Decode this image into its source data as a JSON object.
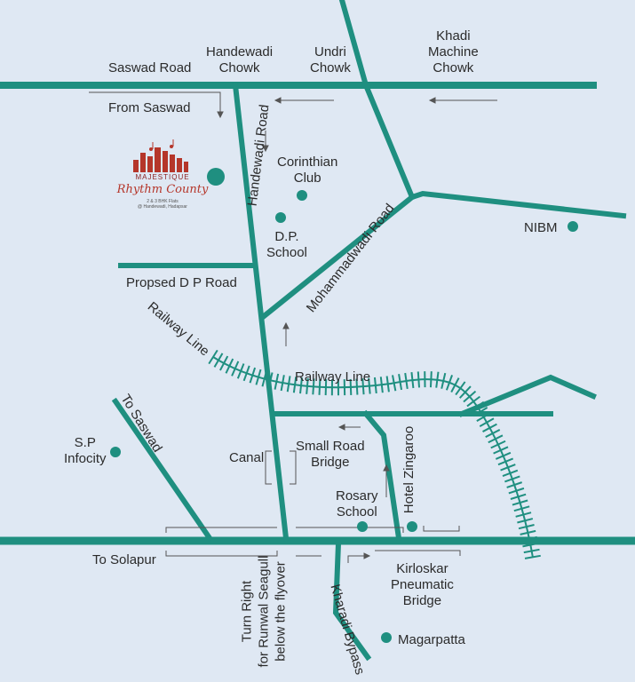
{
  "colors": {
    "background": "#dfe8f3",
    "road": "#1f8f80",
    "rail": "#1f8f80",
    "text": "#2b2b2b",
    "arrow": "#555555",
    "logo": "#b5362a"
  },
  "labels": {
    "saswad_road": "Saswad Road",
    "handewadi_chowk": "Handewadi\nChowk",
    "undri_chowk": "Undri\nChowk",
    "khadi_machine_chowk": "Khadi\nMachine\nChowk",
    "from_saswad": "From Saswad",
    "handewadi_road": "Handewadi Road",
    "corinthian_club": "Corinthian\nClub",
    "dp_school": "D.P.\nSchool",
    "nibm": "NIBM",
    "proposed_dp_road": "Propsed D P Road",
    "mohammadwadi_road": "Mohammadwadi Road",
    "railway_line_diag": "Railway Line",
    "railway_line": "Railway Line",
    "to_saswad": "To Saswad",
    "sp_infocity": "S.P\nInfocity",
    "canal": "Canal",
    "small_road_bridge": "Small Road\nBridge",
    "rosary_school": "Rosary\nSchool",
    "hotel_zingaroo": "Hotel Zingaroo",
    "to_solapur": "To Solapur",
    "turn_right": "Turn Right\nfor Runwal Seagull\nbelow the flyover",
    "kirloskar_bridge": "Kirloskar\nPneumatic\nBridge",
    "kharadi_bypass": "Kharadi Bypass",
    "magarpatta": "Magarpatta"
  },
  "logo": {
    "icon": "city-skyline-music-icon",
    "brand": "MAJESTIQUE",
    "name": "Rhythm County",
    "tagline": "2 & 3 BHK Flats\n@ Handewadi, Hadapsar"
  },
  "markers": [
    "project-location-marker",
    "corinthian-club-marker",
    "dp-school-marker",
    "nibm-marker",
    "sp-infocity-marker",
    "rosary-school-marker",
    "hotel-zingaroo-marker",
    "magarpatta-marker"
  ]
}
